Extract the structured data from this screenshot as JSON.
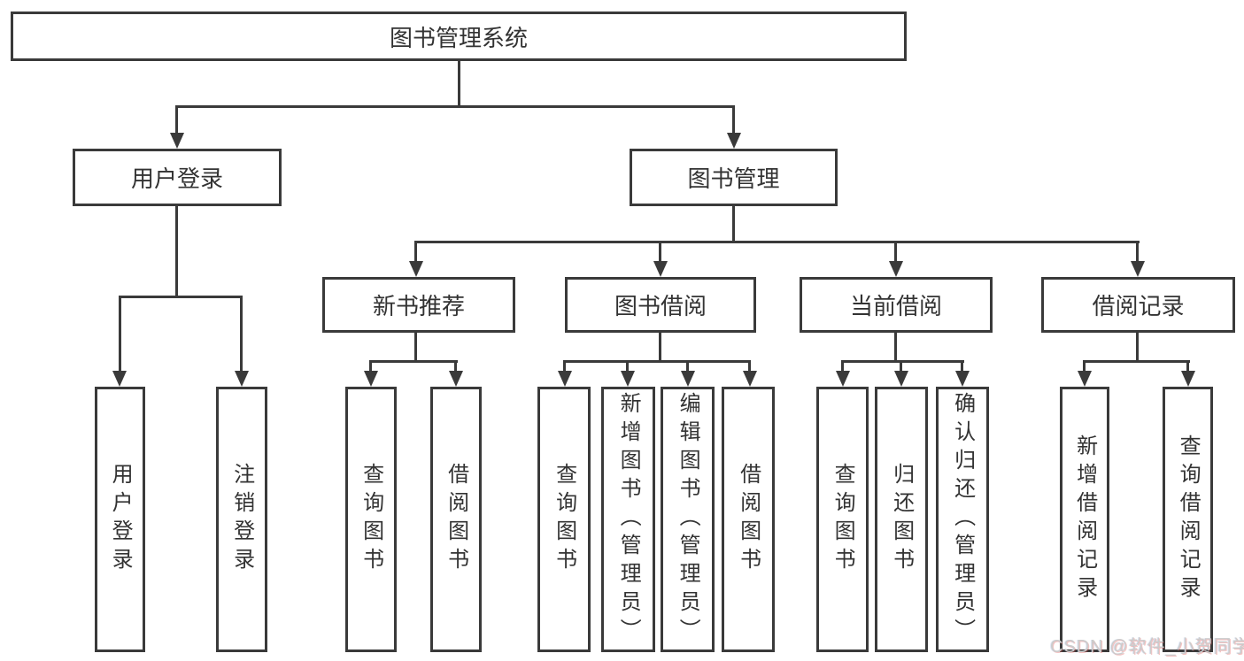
{
  "tree": {
    "label": "图书管理系统",
    "children": [
      {
        "label": "用户登录",
        "children": [
          {
            "label": "用户登录"
          },
          {
            "label": "注销登录"
          }
        ]
      },
      {
        "label": "图书管理",
        "children": [
          {
            "label": "新书推荐",
            "children": [
              {
                "label": "查询图书"
              },
              {
                "label": "借阅图书"
              }
            ]
          },
          {
            "label": "图书借阅",
            "children": [
              {
                "label": "查询图书"
              },
              {
                "label": "新增图书（管理员）"
              },
              {
                "label": "编辑图书（管理员）"
              },
              {
                "label": "借阅图书"
              }
            ]
          },
          {
            "label": "当前借阅",
            "children": [
              {
                "label": "查询图书"
              },
              {
                "label": "归还图书"
              },
              {
                "label": "确认归还（管理员）"
              }
            ]
          },
          {
            "label": "借阅记录",
            "children": [
              {
                "label": "新增借阅记录"
              },
              {
                "label": "查询借阅记录"
              }
            ]
          }
        ]
      }
    ]
  },
  "watermark": "CSDN @软件_小贺同学",
  "colors": {
    "line": "#3a3a3a",
    "text": "#333333",
    "watermark": "#cccccc",
    "background": "#ffffff"
  }
}
